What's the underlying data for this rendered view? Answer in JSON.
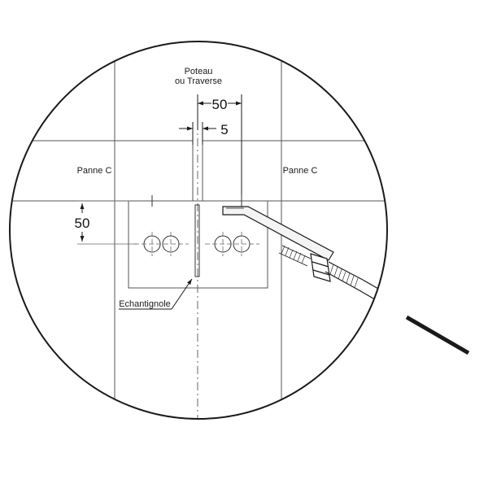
{
  "labels": {
    "post": "Poteau",
    "post_alt": "ou Traverse",
    "purlin_left": "Panne C",
    "purlin_right": "Panne C",
    "cleat": "Echantignole"
  },
  "dimensions": {
    "top_width": "50",
    "gap": "5",
    "height": "50"
  },
  "colors": {
    "line": "#1a1a1a",
    "light": "#666666"
  }
}
